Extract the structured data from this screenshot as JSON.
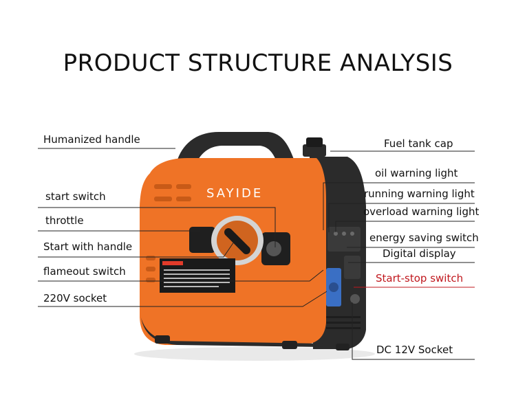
{
  "title": "PRODUCT STRUCTURE ANALYSIS",
  "brand": "SAYIDE",
  "colors": {
    "body": "#ef7326",
    "frame": "#2b2b2b",
    "accent_red": "#c0171d"
  },
  "labels_left": [
    "Humanized handle",
    "start switch",
    "throttle",
    "Start with handle",
    "flameout switch",
    "220V socket"
  ],
  "labels_right": [
    "Fuel tank cap",
    "oil warning light",
    "running warning light",
    "overload warning light",
    "energy saving switch",
    "Digital display",
    "Start-stop switch",
    "DC 12V Socket"
  ]
}
